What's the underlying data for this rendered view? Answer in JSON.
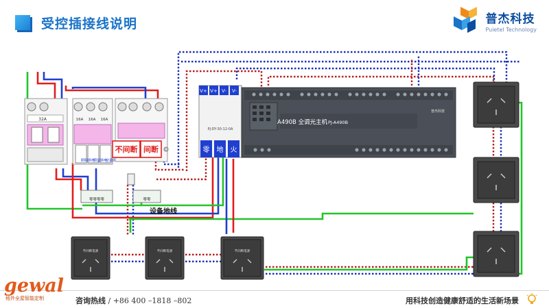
{
  "header": {
    "title": "受控插接线说明",
    "brand_name": "普杰科技",
    "brand_sub": "Puietel Technology"
  },
  "diagram": {
    "breaker_main_rating": "32A",
    "breaker_ratings": [
      "16A",
      "16A",
      "16A"
    ],
    "breaker_labels": [
      "照明供电",
      "预留供电",
      "空调供电"
    ],
    "uninterrupted_label": "不间断",
    "interrupted_label": "间断",
    "psu_terminals": [
      "V+",
      "V+",
      "V-",
      "V-"
    ],
    "psu_labels": [
      "零",
      "地",
      "火"
    ],
    "psu_model": "PJ-DY-30-12-0A",
    "host_title": "A490B 全调光主机",
    "host_model": "PJ-A490B",
    "host_brand": "普杰科技",
    "terminal_label_left": "零零零零",
    "terminal_label_mid": "零零",
    "ground_label": "设备地线",
    "socket_label": "不间断电源"
  },
  "footer": {
    "gewal": "gewal",
    "gewal_sub": "格外全屋智能定制",
    "hotline_label": "咨询热线",
    "hotline_number": "/ +86 400 –1818 –802",
    "slogan": "用科技创造健康舒适的生活新场景"
  },
  "colors": {
    "accent": "#1a73c9",
    "wire_red": "#e11d1d",
    "wire_blue": "#1f3fd0",
    "wire_green": "#22c42a",
    "wire_dotted_red": "#b71c1c",
    "wire_dotted_blue": "#1a2fb8",
    "socket_body": "#4a4a4a",
    "host_body": "#4b5058"
  }
}
